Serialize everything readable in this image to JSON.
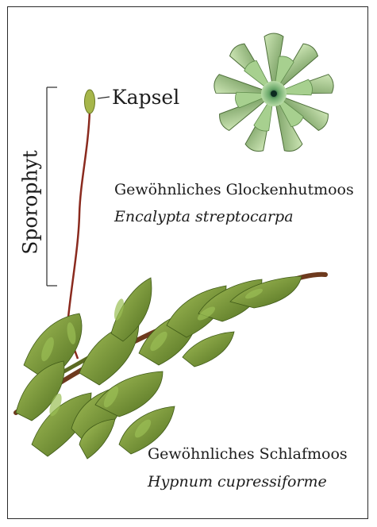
{
  "figure": {
    "labels": {
      "capsule": "Kapsel",
      "sporophyte": "Sporophyt"
    },
    "species": [
      {
        "common_name": "Gewöhnliches Glockenhutmoos",
        "latin_name": "Encalypta streptocarpa"
      },
      {
        "common_name": "Gewöhnliches Schlafmoos",
        "latin_name": "Hypnum cupressiforme"
      }
    ],
    "colors": {
      "frame": "#2a2a2a",
      "text": "#1c1c1c",
      "moss_green": "#6f8f2e",
      "rosette_green": "#8fbf7a",
      "seta_red": "#8a2a1e",
      "capsule": "#a6b64a"
    }
  }
}
